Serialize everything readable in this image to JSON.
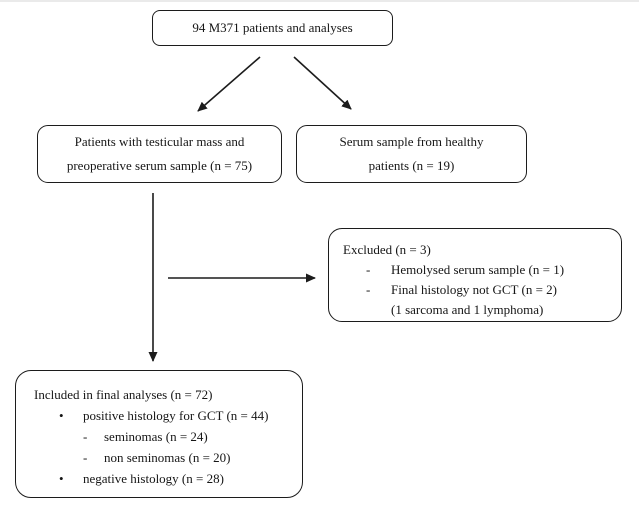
{
  "diagram": {
    "type": "flowchart",
    "boxes": {
      "root": {
        "text": "94 M371 patients and analyses"
      },
      "testicular": {
        "lines": [
          "Patients with testicular mass and",
          "preoperative serum sample (n = 75)"
        ]
      },
      "healthy": {
        "lines": [
          "Serum sample from healthy",
          "patients (n = 19)"
        ]
      },
      "excluded": {
        "title": "Excluded (n = 3)",
        "items": [
          {
            "marker": "-",
            "text": "Hemolysed serum sample (n = 1)"
          },
          {
            "marker": "-",
            "text": "Final histology not GCT (n = 2)"
          },
          {
            "marker": "",
            "text": "(1 sarcoma and 1 lymphoma)"
          }
        ]
      },
      "included": {
        "title": "Included in final analyses (n = 72)",
        "items": [
          {
            "marker": "•",
            "level": 1,
            "text": "positive histology for GCT (n = 44)"
          },
          {
            "marker": "-",
            "level": 2,
            "text": "seminomas (n = 24)"
          },
          {
            "marker": "-",
            "level": 2,
            "text": "non seminomas (n = 20)"
          },
          {
            "marker": "•",
            "level": 1,
            "text": "negative histology (n = 28)"
          }
        ]
      }
    },
    "arrows": [
      {
        "from": "root",
        "to": "testicular"
      },
      {
        "from": "root",
        "to": "healthy"
      },
      {
        "from": "testicular",
        "to": "included"
      },
      {
        "from": "testicular-branch",
        "to": "excluded"
      }
    ],
    "colors": {
      "border": "#1c1c1c",
      "text": "#161616",
      "background": "#ffffff"
    }
  }
}
